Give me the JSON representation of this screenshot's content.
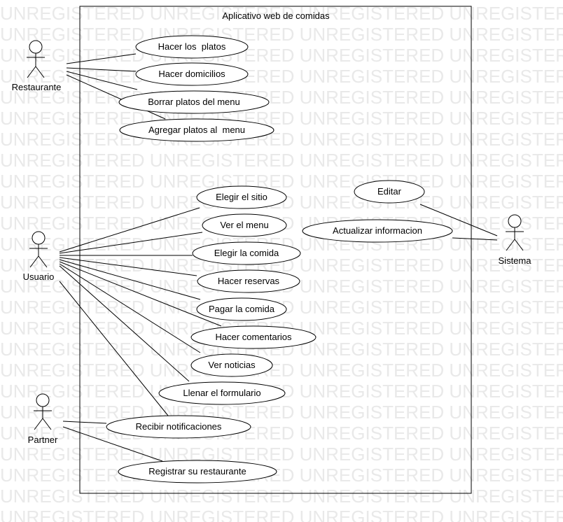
{
  "watermark": "UNREGISTERED",
  "system": {
    "title": "Aplicativo web de comidas"
  },
  "actors": {
    "restaurante": "Restaurante",
    "usuario": "Usuario",
    "partner": "Partner",
    "sistema": "Sistema"
  },
  "use_cases": {
    "hacer_platos": "Hacer los  platos",
    "hacer_domicilios": "Hacer domicilios",
    "borrar_platos": "Borrar platos del menu",
    "agregar_platos": "Agregar platos al  menu",
    "elegir_sitio": "Elegir el sitio",
    "ver_menu": "Ver el menu",
    "elegir_comida": "Elegir la comida",
    "hacer_reservas": "Hacer reservas",
    "pagar_comida": "Pagar la comida",
    "hacer_comentarios": "Hacer comentarios",
    "ver_noticias": "Ver noticias",
    "llenar_formulario": "Llenar el formulario",
    "recibir_notificaciones": "Recibir notificaciones",
    "registrar_restaurante": "Registrar su restaurante",
    "editar": "Editar",
    "actualizar_informacion": "Actualizar informacion"
  }
}
